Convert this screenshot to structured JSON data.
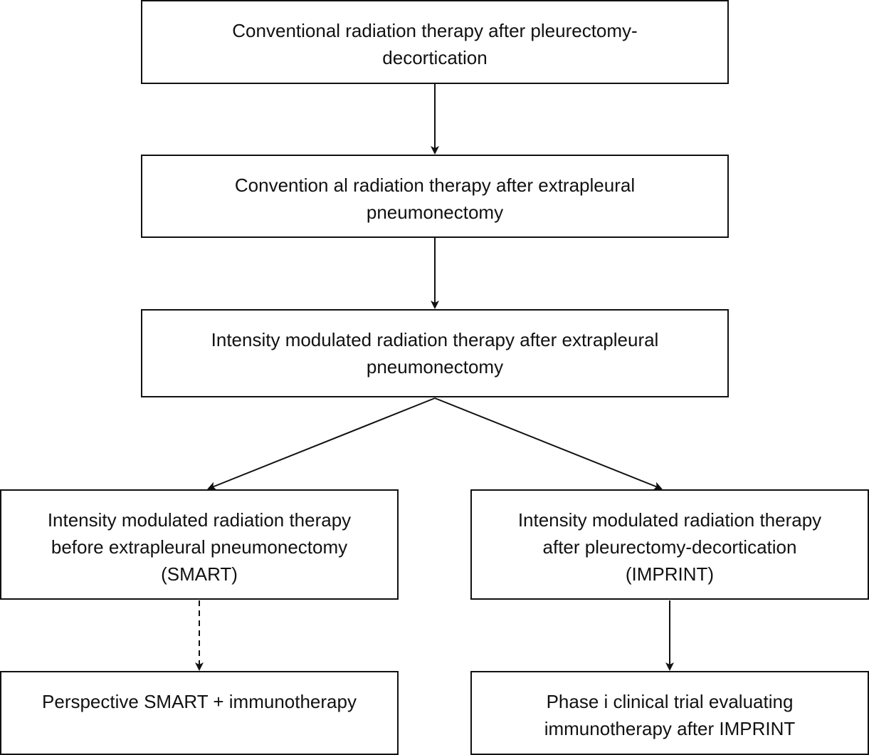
{
  "nodes": {
    "n1": "Conventional radiation therapy after pleurectomy-\ndecortication",
    "n2": "Convention al radiation therapy after extrapleural\npneumonectomy",
    "n3": "Intensity modulated radiation therapy after extrapleural\npneumonectomy",
    "n4": "Intensity modulated radiation therapy\nbefore extrapleural pneumonectomy\n(SMART)",
    "n5": "Intensity modulated radiation therapy\nafter pleurectomy-decortication\n(IMPRINT)",
    "n6": "Perspective SMART + immunotherapy",
    "n7": "Phase i clinical trial evaluating\nimmunotherapy after IMPRINT"
  },
  "edges": [
    {
      "from": "n1",
      "to": "n2",
      "style": "solid"
    },
    {
      "from": "n2",
      "to": "n3",
      "style": "solid"
    },
    {
      "from": "n3",
      "to": "n4",
      "style": "solid"
    },
    {
      "from": "n3",
      "to": "n5",
      "style": "solid"
    },
    {
      "from": "n4",
      "to": "n6",
      "style": "dashed"
    },
    {
      "from": "n5",
      "to": "n7",
      "style": "solid"
    }
  ],
  "colors": {
    "stroke": "#111111",
    "background": "#ffffff"
  }
}
